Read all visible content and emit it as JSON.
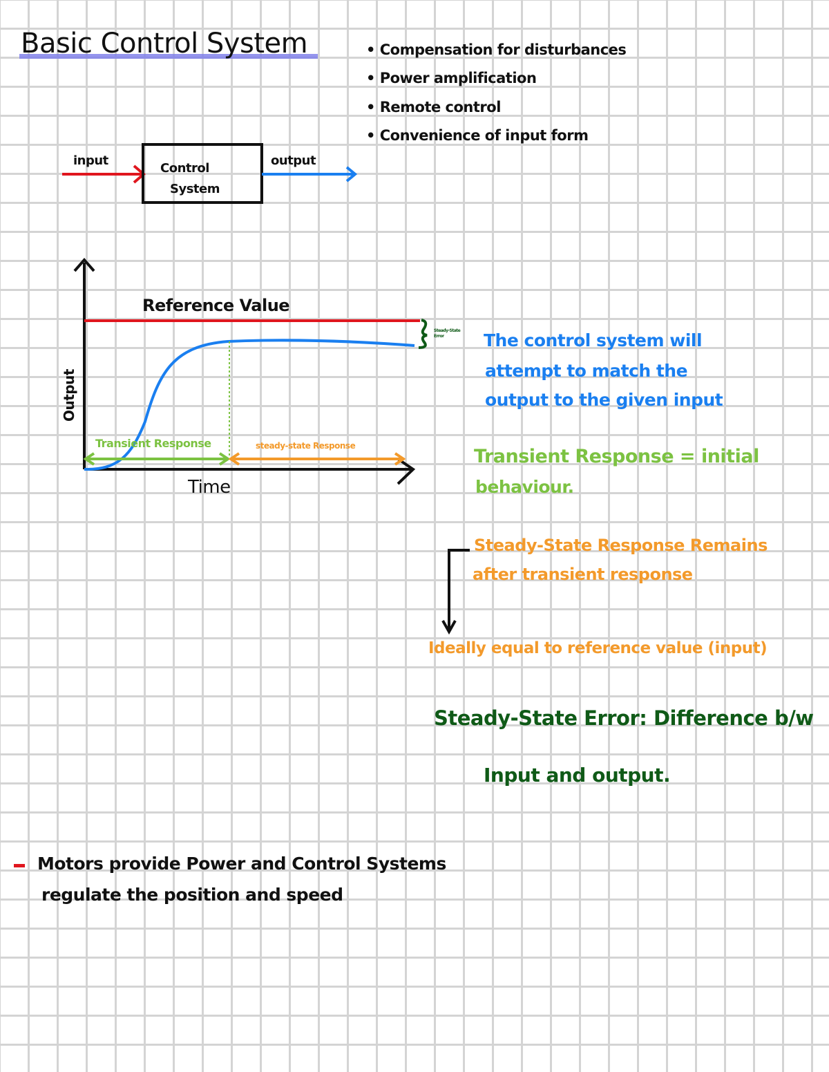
{
  "title": "Basic Control System",
  "bullets": [
    "Compensation for disturbances",
    "Power amplification",
    "Remote control",
    "Convenience of input form"
  ],
  "block_diagram": {
    "input_label": "input",
    "block_label_line1": "Control",
    "block_label_line2": "System",
    "output_label": "output"
  },
  "graph": {
    "reference_label": "Reference Value",
    "y_label": "Output",
    "x_label": "Time",
    "transient_label": "Transient Response",
    "steady_label": "steady-state Response",
    "error_tag_line1": "Steady-State",
    "error_tag_line2": "Error"
  },
  "notes": {
    "control_line1": "The control system will",
    "control_line2": "attempt to match the",
    "control_line3": "output to the given input",
    "transient_line1": "Transient Response = initial",
    "transient_line2": "behaviour.",
    "steady_line1": "Steady-State Response Remains",
    "steady_line2": "after transient response",
    "ideally": "Ideally equal to reference value (input)",
    "error_line1": "Steady-State Error: Difference b/w",
    "error_line2": "Input and output.",
    "motors_bullet": "-",
    "motors_line1": "Motors provide Power and Control Systems",
    "motors_line2": "regulate the position and speed"
  },
  "colors": {
    "red": "#e0161e",
    "blue": "#1a7ff0",
    "green": "#7cc242",
    "orange": "#f39a2b",
    "dark_green": "#0f5a17",
    "underline": "#7b7bea"
  }
}
